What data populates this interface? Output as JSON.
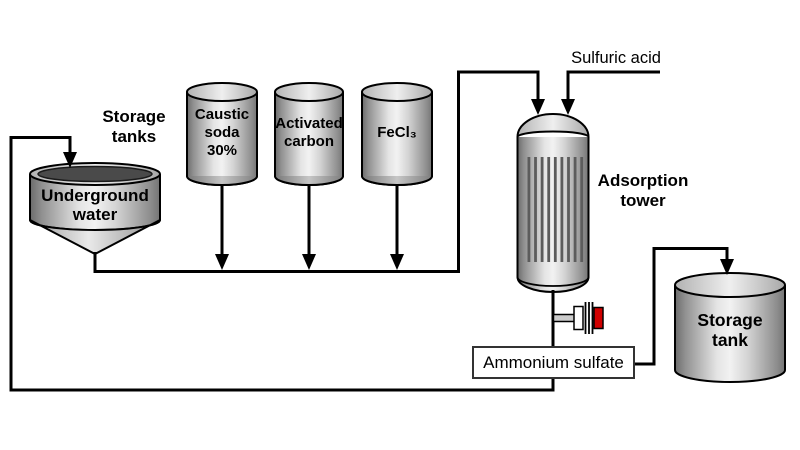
{
  "diagram": {
    "type": "process-flow-diagram",
    "colors": {
      "background": "#ffffff",
      "line": "#000000",
      "pump_red": "#d00000",
      "vessel_dark": "#6b6b6b",
      "vessel_highlight": "#f2f2f2",
      "tank_opening": "#4a4a4a",
      "tower_slats": "#5c5c5c"
    },
    "labels": {
      "storage_tanks": "Storage\ntanks",
      "underground_water": "Underground\nwater",
      "caustic_soda": "Caustic\nsoda\n30%",
      "activated_carbon": "Activated\ncarbon",
      "ferric_chloride": "FeCl₃",
      "sulfuric_acid": "Sulfuric acid",
      "adsorption_tower": "Adsorption\ntower",
      "ammonium_sulfate": "Ammonium sulfate",
      "storage_tank": "Storage\ntank"
    },
    "connections": [
      {
        "from": "underground-water-tank",
        "to": "feed-collector-line"
      },
      {
        "from": "caustic-soda-tank",
        "to": "feed-collector-line"
      },
      {
        "from": "activated-carbon-tank",
        "to": "feed-collector-line"
      },
      {
        "from": "fecl3-tank",
        "to": "feed-collector-line"
      },
      {
        "from": "feed-collector-line",
        "to": "adsorption-tower"
      },
      {
        "from": "sulfuric-acid",
        "to": "adsorption-tower"
      },
      {
        "from": "adsorption-tower",
        "to": "ammonium-sulfate-outlet"
      },
      {
        "from": "ammonium-sulfate-outlet",
        "to": "storage-tank"
      },
      {
        "from": "ammonium-sulfate-outlet",
        "to": "underground-water-tank"
      }
    ]
  }
}
